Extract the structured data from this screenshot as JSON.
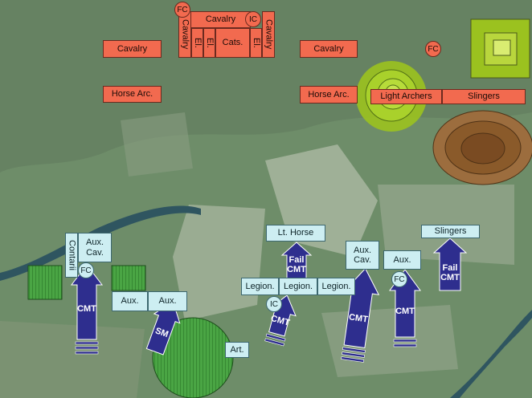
{
  "colors": {
    "enemy_unit": "#f26a4f",
    "friendly_unit": "#cdeef2",
    "arrow": "#2e2e8e",
    "camp_green": "#3f8f3a",
    "hill_brown": "#8a5a2a",
    "hill_lime": "#9bc21f"
  },
  "enemy": {
    "cavalry_left": "Cavalry",
    "cavalry_top": "Cavalry",
    "cavalry_right": "Cavalry",
    "cavalry_v1": "Cavalry",
    "cavalry_v2": "Cavalry",
    "eleph_1": "El.",
    "eleph_2": "El.",
    "eleph_3": "El.",
    "cats": "Cats.",
    "fc_top": "FC",
    "ic_top": "IC",
    "fc_right": "FC",
    "horse_arc_left": "Horse Arc.",
    "horse_arc_right": "Horse Arc.",
    "light_archers": "Light Archers",
    "slingers": "Slingers"
  },
  "friendly": {
    "contarii": "Contarii",
    "aux_cav_left": "Aux.\nCav.",
    "fc_left": "FC",
    "aux_1": "Aux.",
    "aux_2": "Aux.",
    "lt_horse": "Lt. Horse",
    "legion_1": "Legion.",
    "legion_2": "Legion.",
    "legion_3": "Legion.",
    "ic_mid": "IC",
    "aux_cav_right": "Aux.\nCav.",
    "aux_3": "Aux.",
    "fc_right": "FC",
    "slingers": "Slingers",
    "art": "Art."
  },
  "arrows": {
    "cmt_1": "CMT",
    "sm": "SM",
    "fail_cmt_1": "Fail\nCMT",
    "cmt_2": "CMT",
    "cmt_3": "CMT",
    "cmt_4": "CMT",
    "fail_cmt_2": "Fail\nCMT"
  }
}
